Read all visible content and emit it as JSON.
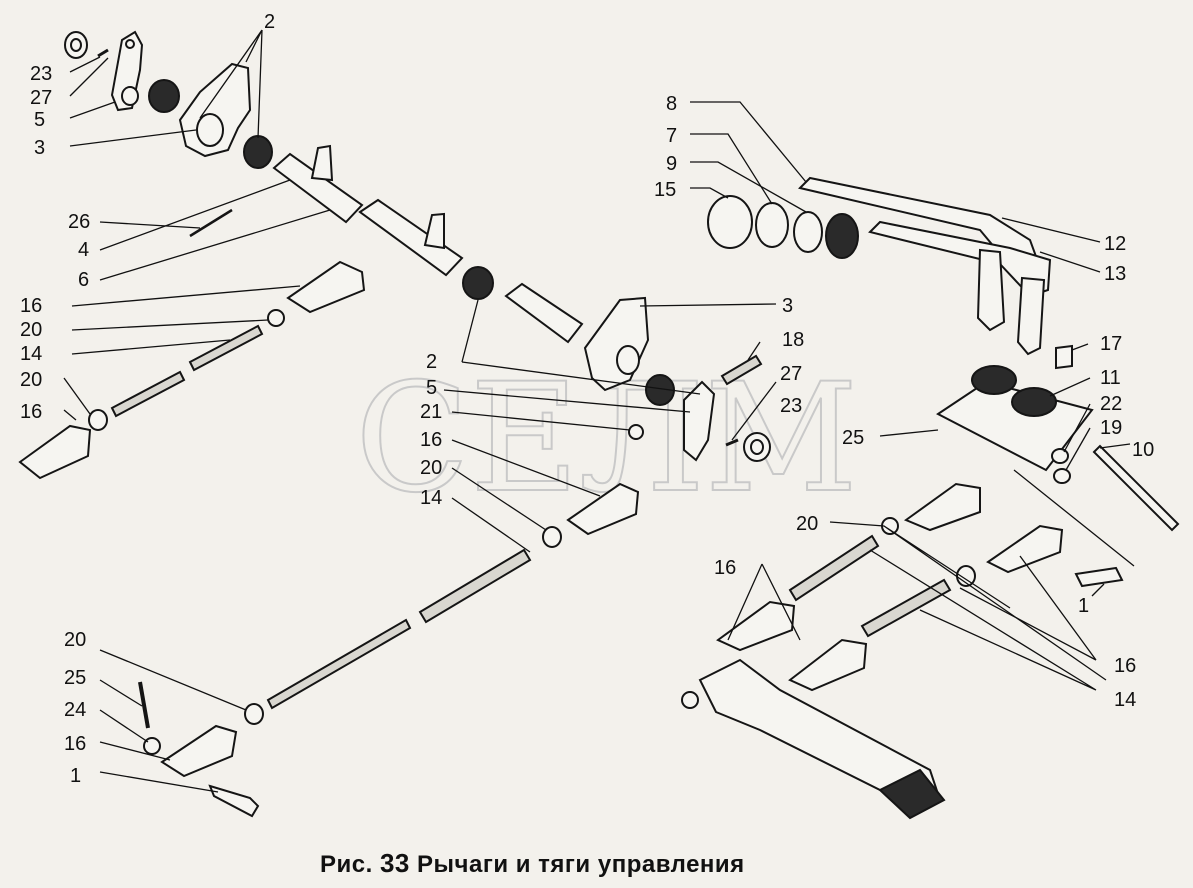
{
  "watermark": "СЕЛМ",
  "caption": {
    "prefix": "Рис.",
    "number": "33",
    "title": "Рычаги и тяги управления"
  },
  "callouts": [
    {
      "id": "c-2-top",
      "text": "2"
    },
    {
      "id": "c-23-a",
      "text": "23"
    },
    {
      "id": "c-27-a",
      "text": "27"
    },
    {
      "id": "c-5-a",
      "text": "5"
    },
    {
      "id": "c-3-a",
      "text": "3"
    },
    {
      "id": "c-26",
      "text": "26"
    },
    {
      "id": "c-4",
      "text": "4"
    },
    {
      "id": "c-6",
      "text": "6"
    },
    {
      "id": "c-16-a",
      "text": "16"
    },
    {
      "id": "c-20-a",
      "text": "20"
    },
    {
      "id": "c-14-a",
      "text": "14"
    },
    {
      "id": "c-20-b",
      "text": "20"
    },
    {
      "id": "c-16-b",
      "text": "16"
    },
    {
      "id": "c-8",
      "text": "8"
    },
    {
      "id": "c-7",
      "text": "7"
    },
    {
      "id": "c-9",
      "text": "9"
    },
    {
      "id": "c-15",
      "text": "15"
    },
    {
      "id": "c-12",
      "text": "12"
    },
    {
      "id": "c-13",
      "text": "13"
    },
    {
      "id": "c-3-b",
      "text": "3"
    },
    {
      "id": "c-18",
      "text": "18"
    },
    {
      "id": "c-2-mid",
      "text": "2"
    },
    {
      "id": "c-27-b",
      "text": "27"
    },
    {
      "id": "c-5-b",
      "text": "5"
    },
    {
      "id": "c-23-b",
      "text": "23"
    },
    {
      "id": "c-21",
      "text": "21"
    },
    {
      "id": "c-16-c",
      "text": "16"
    },
    {
      "id": "c-20-c",
      "text": "20"
    },
    {
      "id": "c-14-b",
      "text": "14"
    },
    {
      "id": "c-17",
      "text": "17"
    },
    {
      "id": "c-11",
      "text": "11"
    },
    {
      "id": "c-22",
      "text": "22"
    },
    {
      "id": "c-19",
      "text": "19"
    },
    {
      "id": "c-10",
      "text": "10"
    },
    {
      "id": "c-25-a",
      "text": "25"
    },
    {
      "id": "c-20-d",
      "text": "20"
    },
    {
      "id": "c-16-d",
      "text": "16"
    },
    {
      "id": "c-1-a",
      "text": "1"
    },
    {
      "id": "c-16-e",
      "text": "16"
    },
    {
      "id": "c-14-c",
      "text": "14"
    },
    {
      "id": "c-20-e",
      "text": "20"
    },
    {
      "id": "c-25-b",
      "text": "25"
    },
    {
      "id": "c-24",
      "text": "24"
    },
    {
      "id": "c-16-f",
      "text": "16"
    },
    {
      "id": "c-1-b",
      "text": "1"
    }
  ]
}
